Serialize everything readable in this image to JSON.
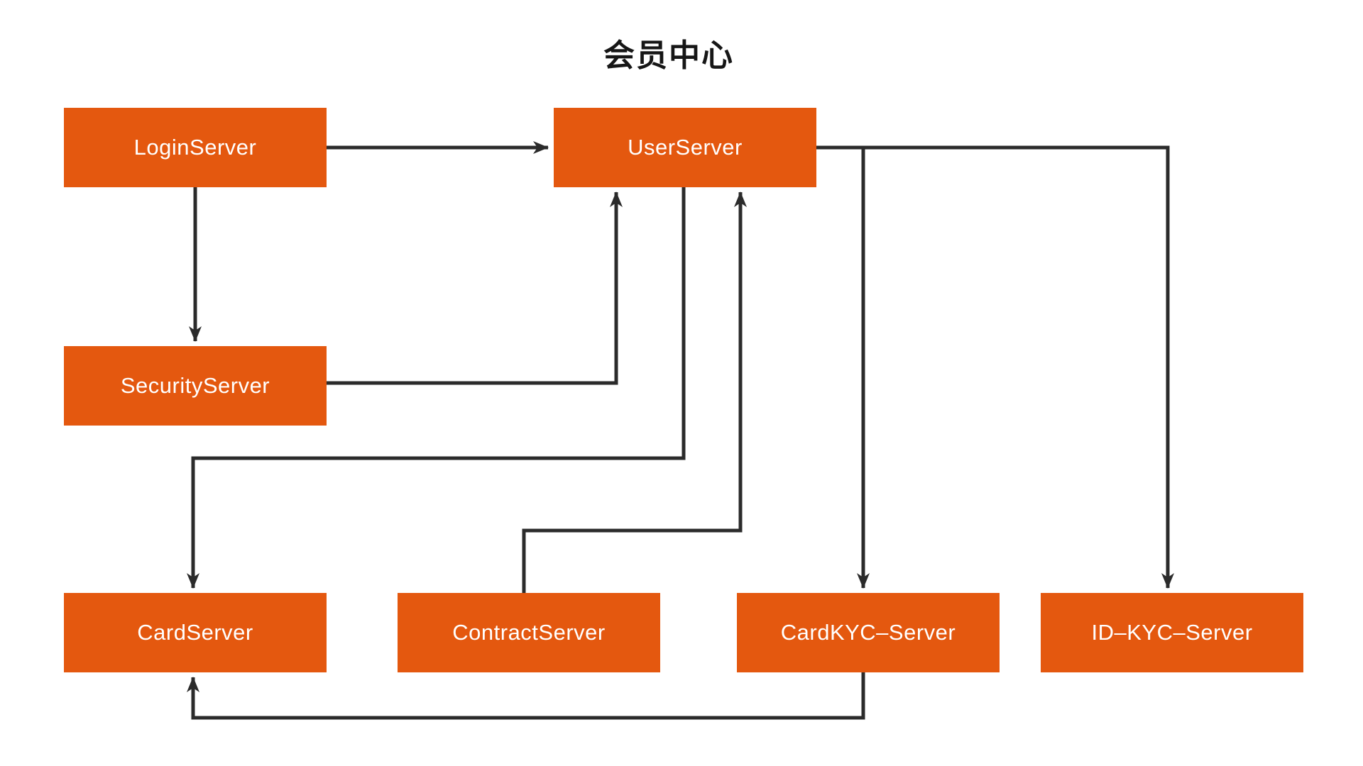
{
  "title": "会员中心",
  "colors": {
    "node_fill": "#E4580F",
    "node_text": "#FFFFFF",
    "edge_stroke": "#2B2B2B",
    "title_text": "#161616",
    "background": "#FFFFFF"
  },
  "nodes": {
    "login": {
      "label": "LoginServer"
    },
    "user": {
      "label": "UserServer"
    },
    "security": {
      "label": "SecurityServer"
    },
    "card": {
      "label": "CardServer"
    },
    "contract": {
      "label": "ContractServer"
    },
    "cardkyc": {
      "label": "CardKYC–Server"
    },
    "idkyc": {
      "label": "ID–KYC–Server"
    }
  },
  "edges": [
    {
      "from": "LoginServer",
      "to": "UserServer"
    },
    {
      "from": "LoginServer",
      "to": "SecurityServer"
    },
    {
      "from": "SecurityServer",
      "to": "UserServer"
    },
    {
      "from": "UserServer",
      "to": "CardServer"
    },
    {
      "from": "ContractServer",
      "to": "UserServer"
    },
    {
      "from": "UserServer",
      "to": "ID–KYC–Server"
    },
    {
      "from": "UserServer",
      "to": "CardKYC–Server"
    },
    {
      "from": "CardKYC–Server",
      "to": "CardServer"
    }
  ]
}
